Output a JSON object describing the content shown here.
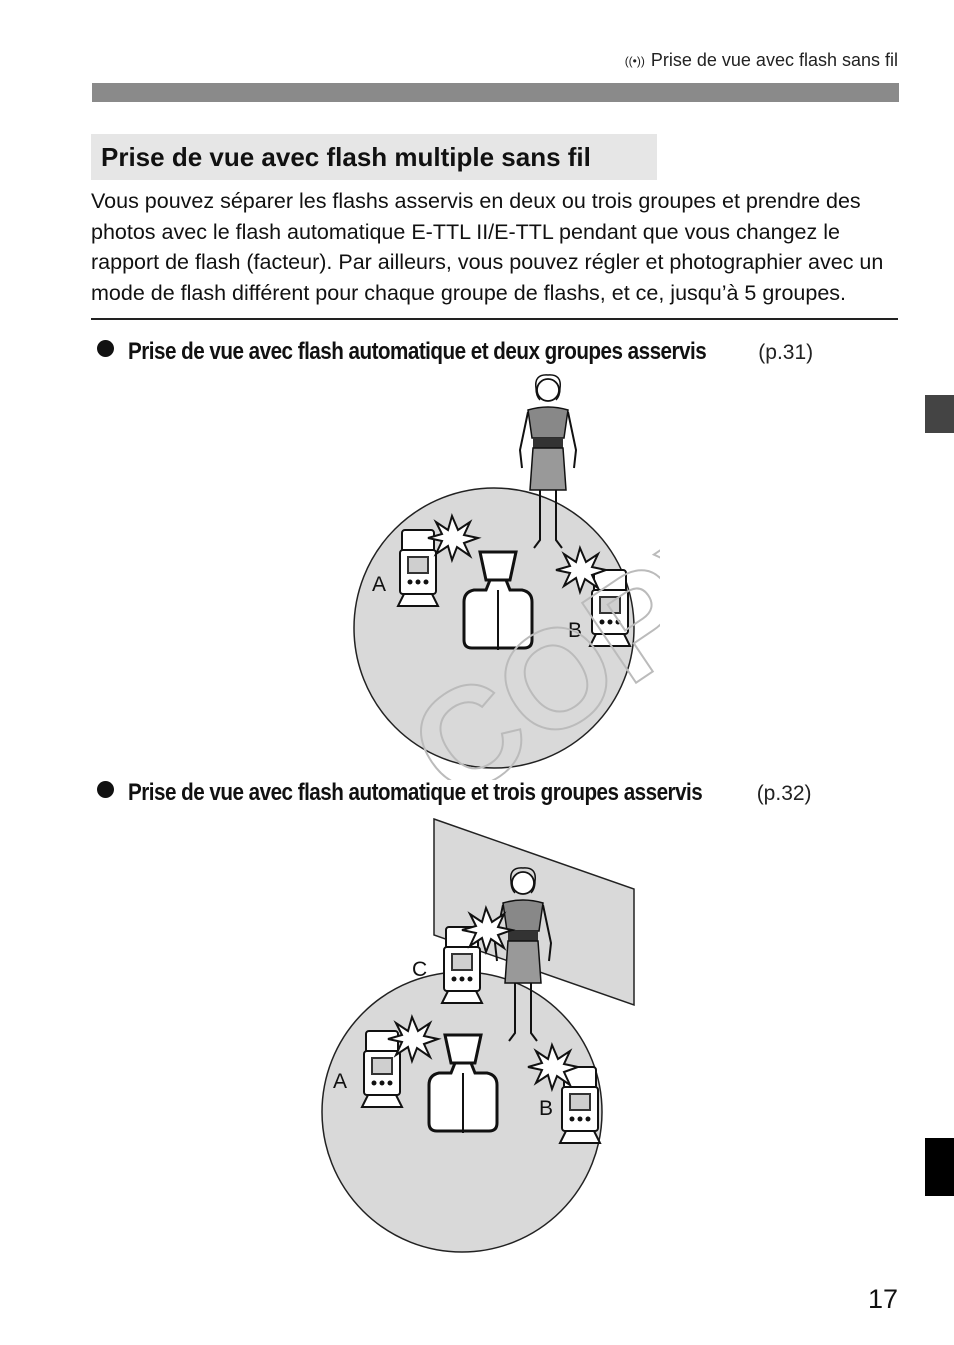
{
  "header": {
    "icon": "wireless-flash-icon",
    "icon_glyph": "((•))",
    "title": "Prise de vue avec flash sans fil"
  },
  "section": {
    "title": "Prise de vue avec flash multiple sans fil",
    "intro": "Vous pouvez séparer les flashs asservis en deux ou trois groupes et prendre des photos avec le flash automatique E-TTL II/E-TTL pendant que vous changez le rapport de flash (facteur). Par ailleurs, vous pouvez régler et photographier avec un mode de flash différent pour chaque groupe de flashs, et ce, jusqu’à 5 groupes."
  },
  "items": [
    {
      "title": "Prise de vue avec flash automatique et deux groupes asservis",
      "page_ref": "(p.31)",
      "labels": {
        "a": "A",
        "b": "B"
      }
    },
    {
      "title": "Prise de vue avec flash automatique et trois groupes asservis",
      "page_ref": "(p.32)",
      "labels": {
        "a": "A",
        "b": "B",
        "c": "C"
      }
    }
  ],
  "watermark": "COPY",
  "page_number": "17",
  "colors": {
    "header_bar": "#8a8a8a",
    "title_box": "#e6e6e6",
    "floor": "#d9d9d9",
    "tab": "#444444"
  }
}
